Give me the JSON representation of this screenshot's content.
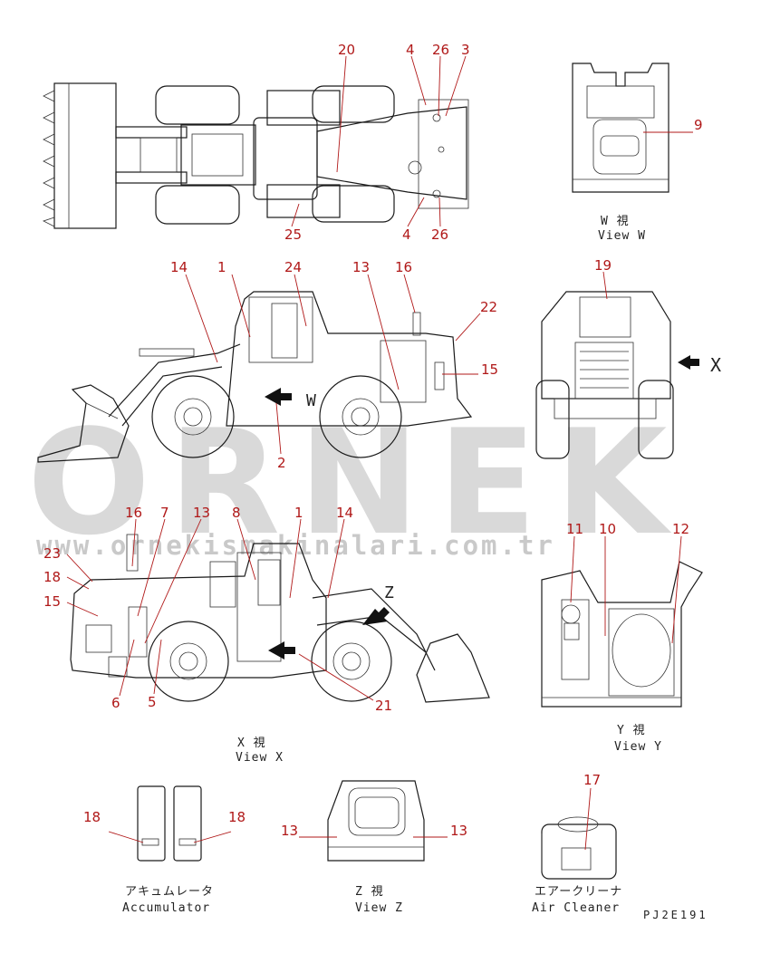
{
  "watermark": {
    "brand": "ORNEK",
    "url": "www.ornekismakinalari.com.tr",
    "color": "#d9d9d9"
  },
  "drawing_code": "PJ2E191",
  "captions": {
    "view_w_jp": "W 視",
    "view_w": "View W",
    "view_x_jp": "X 視",
    "view_x": "View X",
    "view_y_jp": "Y 視",
    "view_y": "View Y",
    "view_z_jp": "Z 視",
    "view_z": "View Z",
    "accumulator_jp": "アキュムレータ",
    "accumulator": "Accumulator",
    "air_cleaner_jp": "エアークリーナ",
    "air_cleaner": "Air Cleaner"
  },
  "arrow_labels": {
    "x": "X",
    "w": "W",
    "z": "Z"
  },
  "callouts": {
    "top_view": [
      "20",
      "4",
      "26",
      "3",
      "25",
      "4",
      "26"
    ],
    "view_w": [
      "9"
    ],
    "side_view": [
      "14",
      "1",
      "24",
      "13",
      "16",
      "22",
      "15",
      "2"
    ],
    "front_view": [
      "19"
    ],
    "view_x": [
      "16",
      "7",
      "13",
      "8",
      "1",
      "14",
      "23",
      "18",
      "15",
      "6",
      "5",
      "21"
    ],
    "view_y": [
      "11",
      "10",
      "12"
    ],
    "accumulator": [
      "18",
      "18"
    ],
    "view_z": [
      "13",
      "13"
    ],
    "air_cleaner": [
      "17"
    ]
  },
  "colors": {
    "callout": "#b01818",
    "line": "#1a1a1a"
  }
}
